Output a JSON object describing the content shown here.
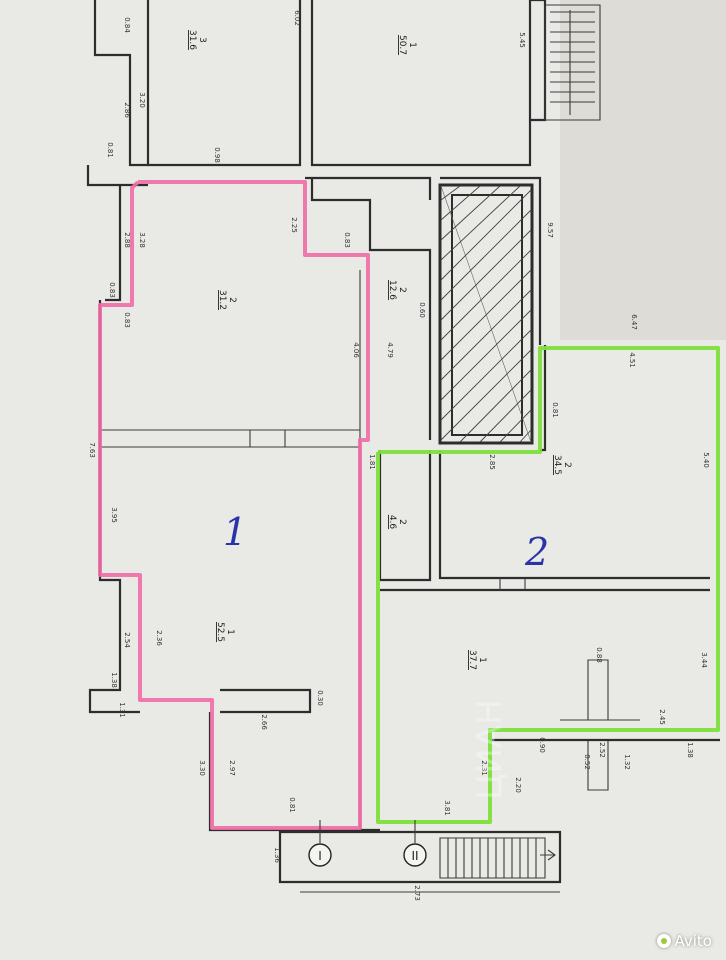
{
  "plan": {
    "zones": [
      {
        "label": "1",
        "outline_color": "#f06ba6"
      },
      {
        "label": "2",
        "outline_color": "#7ddf3c"
      }
    ],
    "rooms": [
      {
        "number": "3",
        "area": "31.6"
      },
      {
        "number": "1",
        "area": "50.7"
      },
      {
        "number": "2",
        "area": "31.2"
      },
      {
        "number": "2",
        "area": "12.6"
      },
      {
        "number": "1",
        "area": "52.5"
      },
      {
        "number": "2",
        "area": "4.6"
      },
      {
        "number": "2",
        "area": "34.5"
      },
      {
        "number": "1",
        "area": "37.7"
      }
    ],
    "dimensions": [
      "0.84",
      "2.86",
      "3.20",
      "0.81",
      "6.02",
      "0.98",
      "5.45",
      "2.88",
      "3.28",
      "0.83",
      "2.25",
      "0.83",
      "0.83",
      "4.06",
      "4.79",
      "0.60",
      "9.57",
      "6.47",
      "4.51",
      "0.81",
      "7.63",
      "3.95",
      "2.54",
      "2.36",
      "1.38",
      "0.30",
      "2.66",
      "3.30",
      "2.97",
      "1.31",
      "0.81",
      "1.36",
      "2.73",
      "2.85",
      "0.88",
      "5.40",
      "3.44",
      "2.45",
      "2.52",
      "0.52",
      "2.31",
      "2.20",
      "1.32",
      "0.90",
      "1.38",
      "1.81",
      "3.81"
    ],
    "axes": [
      "I",
      "II"
    ],
    "colors": {
      "wall": "#2d2d2d",
      "paper": "#e9e9e6",
      "handwriting": "#2a33a8"
    }
  },
  "watermark": {
    "text": "Avito"
  }
}
